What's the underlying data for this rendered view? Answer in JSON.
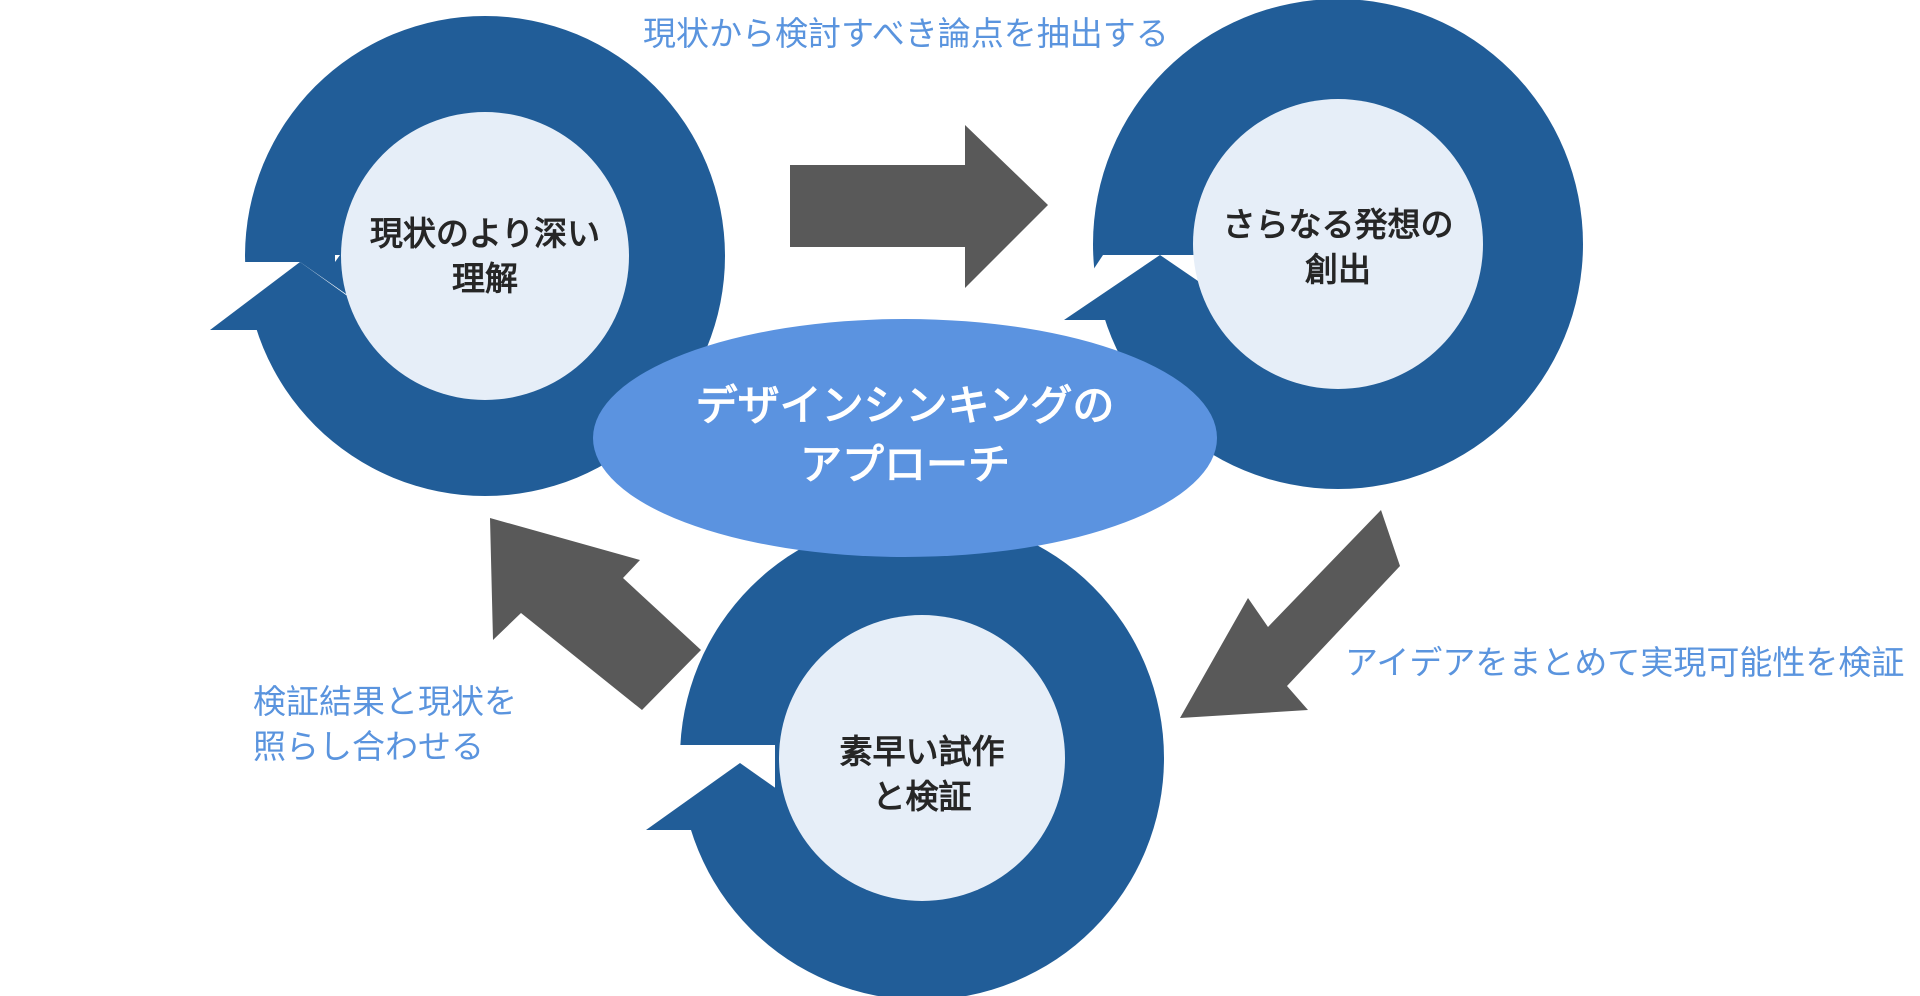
{
  "center": {
    "line1": "デザインシンキングの",
    "line2": "アプローチ"
  },
  "cycles": [
    {
      "id": "understand",
      "line1": "現状のより深い",
      "line2": "理解"
    },
    {
      "id": "ideate",
      "line1": "さらなる発想の",
      "line2": "創出"
    },
    {
      "id": "prototype",
      "line1": "素早い試作",
      "line2": "と検証"
    }
  ],
  "annotations": {
    "top": "現状から検討すべき論点を抽出する",
    "right": "アイデアをまとめて実現可能性を検証",
    "left_line1": "検証結果と現状を",
    "left_line2": "照らし合わせる"
  },
  "colors": {
    "ring": "#215d98",
    "inner": "#e6eef8",
    "center_fill": "#5b93e0",
    "arrow": "#595959",
    "annotation_text": "#5a94de",
    "cycle_text": "#262626"
  },
  "icons": {
    "cycle_arrow": "circular-arrow-icon",
    "flow_arrow": "block-arrow-icon"
  }
}
